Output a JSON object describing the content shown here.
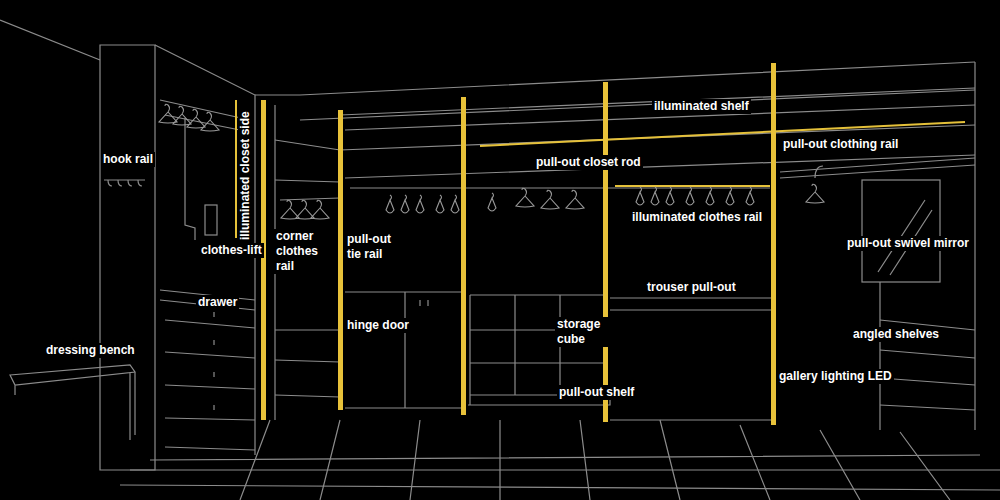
{
  "diagram": {
    "labels": [
      "hook rail",
      "illuminated closet side",
      "clothes-lift",
      "corner clothes rail",
      "pull-out tie rail",
      "drawer",
      "dressing bench",
      "hinge door",
      "illuminated shelf",
      "pull-out closet rod",
      "storage cube",
      "pull-out shelf",
      "illuminated clothes rail",
      "trouser pull-out",
      "pull-out clothing rail",
      "pull-out swivel mirror",
      "angled shelves",
      "gallery lighting LED"
    ]
  }
}
